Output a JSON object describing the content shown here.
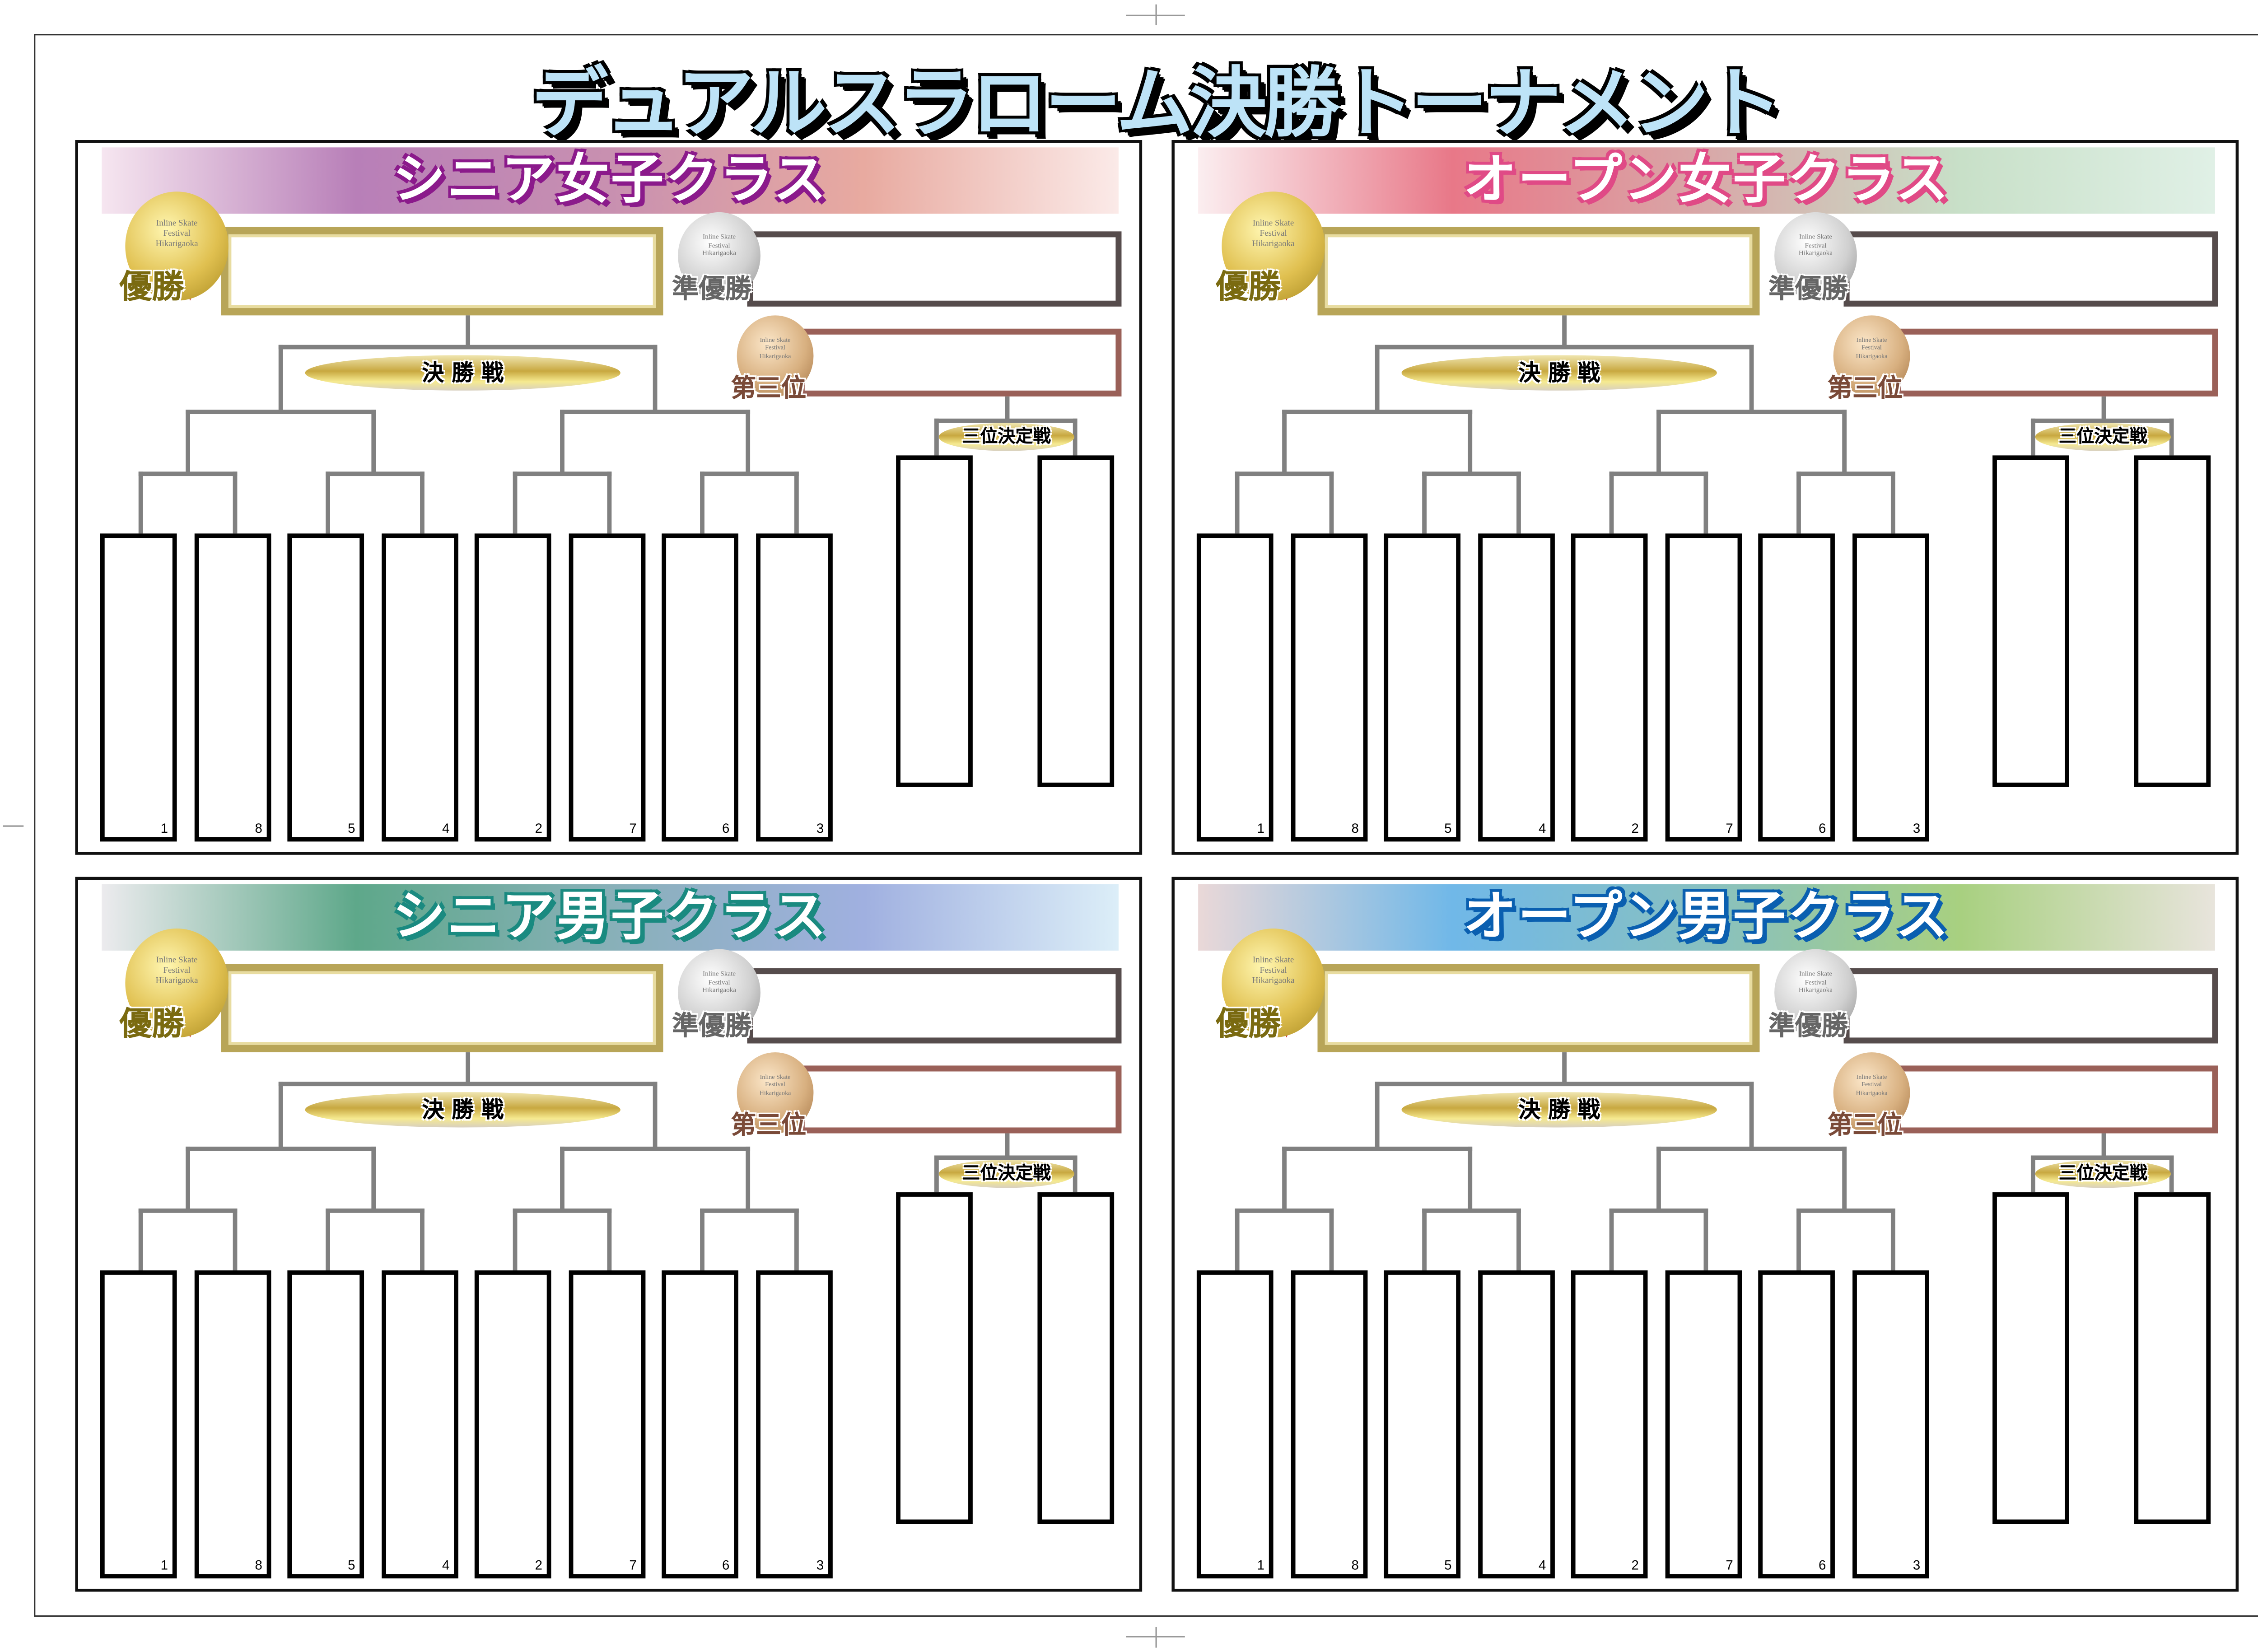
{
  "title": "デュアルスラローム決勝トーナメント",
  "labels": {
    "winner": "優勝",
    "runner_up": "準優勝",
    "third": "第三位",
    "final": "決 勝 戦",
    "third_place_match": "三位決定戦"
  },
  "medal_text": [
    "Inline Skate",
    "Festival",
    "Hikarigaoka"
  ],
  "panels": [
    {
      "title": "シニア女子クラス",
      "accent": "#8b1a8b",
      "band": [
        "#f6e6f0",
        "#b87fb8",
        "#c890b0",
        "#e8aaa0",
        "#fbeae8"
      ],
      "seeds": [
        "1",
        "8",
        "5",
        "4",
        "2",
        "7",
        "6",
        "3"
      ]
    },
    {
      "title": "オープン女子クラス",
      "accent": "#e04a86",
      "band": [
        "#fbeef0",
        "#e87888",
        "#d8a8a8",
        "#c8e0c8",
        "#e0f0e6"
      ],
      "seeds": [
        "1",
        "8",
        "5",
        "4",
        "2",
        "7",
        "6",
        "3"
      ]
    },
    {
      "title": "シニア男子クラス",
      "accent": "#1a8a80",
      "band": [
        "#ecebee",
        "#5ea88a",
        "#88b0b8",
        "#a0b0e0",
        "#dceef8"
      ],
      "seeds": [
        "1",
        "8",
        "5",
        "4",
        "2",
        "7",
        "6",
        "3"
      ]
    },
    {
      "title": "オープン男子クラス",
      "accent": "#0a5fb0",
      "band": [
        "#ead8d8",
        "#70b8e8",
        "#88c0c0",
        "#a8d080",
        "#e8e4dc"
      ],
      "seeds": [
        "1",
        "8",
        "5",
        "4",
        "2",
        "7",
        "6",
        "3"
      ]
    }
  ]
}
